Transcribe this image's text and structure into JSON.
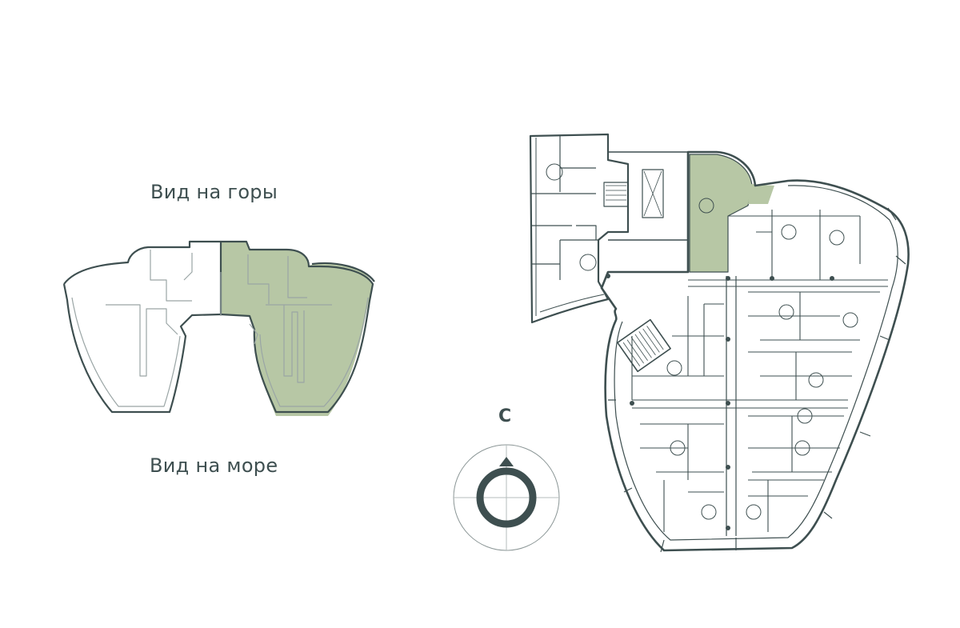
{
  "views": {
    "mountains_label": "Вид на горы",
    "sea_label": "Вид на море"
  },
  "compass": {
    "north_letter": "С"
  },
  "colors": {
    "outline": "#3e4f50",
    "highlight": "#b7c7a5",
    "thin_line": "#8b9696"
  }
}
